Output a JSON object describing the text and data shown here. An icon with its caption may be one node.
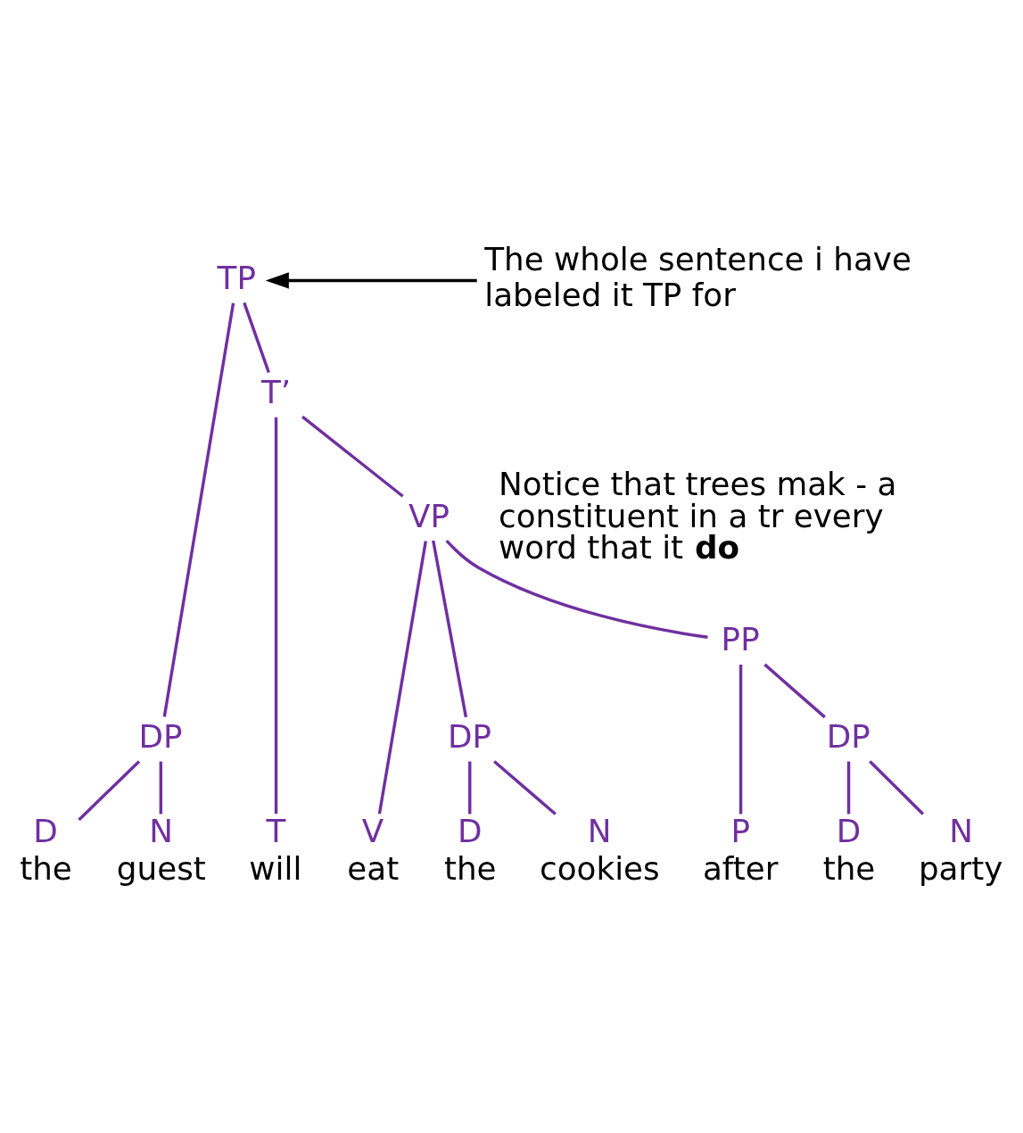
{
  "diagram": {
    "nodes": [
      {
        "text": [
          "TP"
        ]
      },
      {
        "text": [
          "The whole sentence i have labeled it TP for"
        ]
      },
      {
        "text": [
          "T’"
        ]
      },
      {
        "text": [
          "VP"
        ]
      },
      {
        "text": [
          "PP"
        ]
      },
      {
        "text": [
          "DP"
        ]
      },
      {
        "text": [
          "DP"
        ]
      },
      {
        "text": [
          "DP"
        ]
      },
      {
        "text": [
          "D"
        ],
        "beside": [
          "the"
        ]
      },
      {
        "text": [
          "N"
        ],
        "beside": [
          "guest"
        ]
      },
      {
        "text": [
          "T"
        ],
        "beside": [
          "will"
        ]
      },
      {
        "text": [
          "V"
        ],
        "beside": [
          "eat"
        ]
      },
      {
        "text": [
          "D"
        ],
        "beside": [
          "the"
        ]
      },
      {
        "text": [
          "N"
        ],
        "beside": [
          "cookies"
        ]
      },
      {
        "text": [
          "P"
        ],
        "beside": [
          "after"
        ]
      },
      {
        "text": [
          "D"
        ],
        "beside": [
          "the"
        ]
      },
      {
        "text": [
          "N"
        ],
        "beside": [
          "party"
        ]
      }
    ],
    "edges": [
      {
        "from": 1,
        "to": 0,
        "arrow": "to",
        "color": "#000000"
      },
      {
        "from": 0,
        "to": 5,
        "arrow": "none"
      },
      {
        "from": 0,
        "to": 2,
        "arrow": "none"
      },
      {
        "from": 2,
        "to": 10,
        "arrow": "none"
      },
      {
        "from": 2,
        "to": 3,
        "arrow": "none"
      },
      {
        "from": 3,
        "to": 11,
        "arrow": "none"
      },
      {
        "from": 3,
        "to": 6,
        "arrow": "none"
      },
      {
        "from": 3,
        "to": 4,
        "arrow": "none"
      },
      {
        "from": 5,
        "to": 8,
        "arrow": "none"
      },
      {
        "from": 5,
        "to": 9,
        "arrow": "none"
      },
      {
        "from": 6,
        "to": 12,
        "arrow": "none"
      },
      {
        "from": 6,
        "to": 13,
        "arrow": "none"
      },
      {
        "from": 4,
        "to": 14,
        "arrow": "none"
      },
      {
        "from": 4,
        "to": 7,
        "arrow": "none"
      },
      {
        "from": 7,
        "to": 15,
        "arrow": "none"
      },
      {
        "from": 7,
        "to": 16,
        "arrow": "none"
      }
    ],
    "labels": [
      "Notice that trees mak - a constituent in a tr every word that it **do**"
    ]
  }
}
